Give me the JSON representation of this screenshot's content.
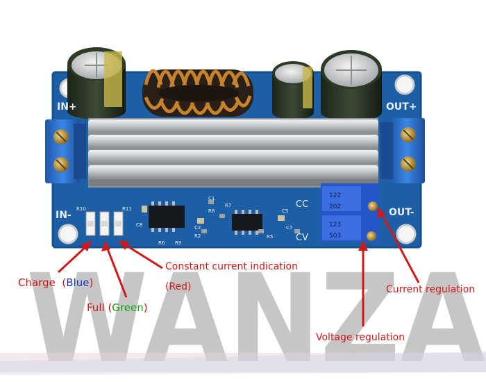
{
  "board": {
    "silk": {
      "in_plus": "IN+",
      "in_minus": "IN-",
      "out_plus": "OUT+",
      "out_minus": "OUT-",
      "cc": "CC",
      "cv": "CV",
      "pot_current_code": "202",
      "pot_voltage_code": "503",
      "pot_current_batch": "122",
      "pot_voltage_batch": "123",
      "res": {
        "r10": "R10",
        "r11": "R11",
        "r7": "R7",
        "r8": "R8",
        "r5": "R5",
        "r6": "R6",
        "r9": "R9",
        "r2": "R2"
      },
      "caps": {
        "c1": "C1",
        "c2": "C2",
        "c5": "C5",
        "c7": "C7",
        "c8": "C8"
      }
    }
  },
  "watermark": {
    "text": "WANZAI"
  },
  "annotations": {
    "charge": {
      "text": "Charge",
      "open": "(",
      "color_word": "Blue",
      "close": ")"
    },
    "full": {
      "text": "Full",
      "open": "(",
      "color_word": "Green",
      "close": ")"
    },
    "cc_indication": "Constant current indication",
    "cc_color": "(Red)",
    "current_regulation": "Current regulation",
    "voltage_regulation": "Voltage regulation"
  },
  "colors": {
    "pcb": "#1c5fa4",
    "heatsink": "#c9ccd0",
    "terminal": "#2a6fd0",
    "annotation": "#d01818",
    "blue_word": "#1730c8",
    "green_word": "#18a018"
  }
}
